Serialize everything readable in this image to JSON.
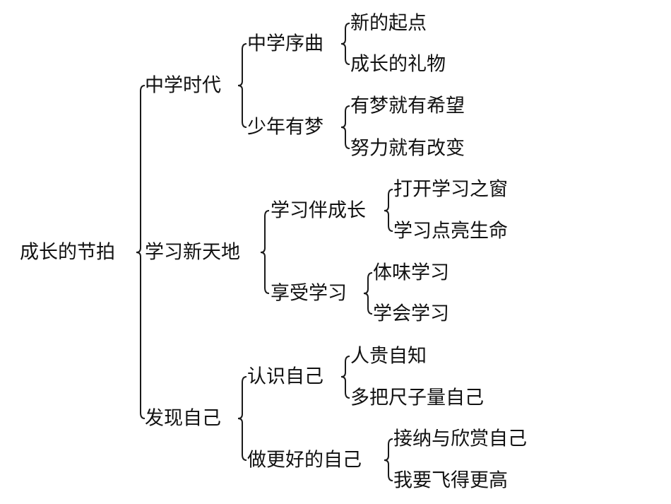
{
  "mindmap": {
    "root": "成长的节拍",
    "sections": [
      {
        "label": "中学时代",
        "groups": [
          {
            "label": "中学序曲",
            "items": [
              "新的起点",
              "成长的礼物"
            ]
          },
          {
            "label": "少年有梦",
            "items": [
              "有梦就有希望",
              "努力就有改变"
            ]
          }
        ]
      },
      {
        "label": "学习新天地",
        "groups": [
          {
            "label": "学习伴成长",
            "items": [
              "打开学习之窗",
              "学习点亮生命"
            ]
          },
          {
            "label": "享受学习",
            "items": [
              "体味学习",
              "学会学习"
            ]
          }
        ]
      },
      {
        "label": "发现自己",
        "groups": [
          {
            "label": "认识自己",
            "items": [
              "人贵自知",
              "多把尺子量自己"
            ]
          },
          {
            "label": "做更好的自己",
            "items": [
              "接纳与欣赏自己",
              "我要飞得更高"
            ]
          }
        ]
      }
    ]
  },
  "colors": {
    "text": "#111111",
    "line": "#1a1a1a",
    "background": "#ffffff"
  }
}
